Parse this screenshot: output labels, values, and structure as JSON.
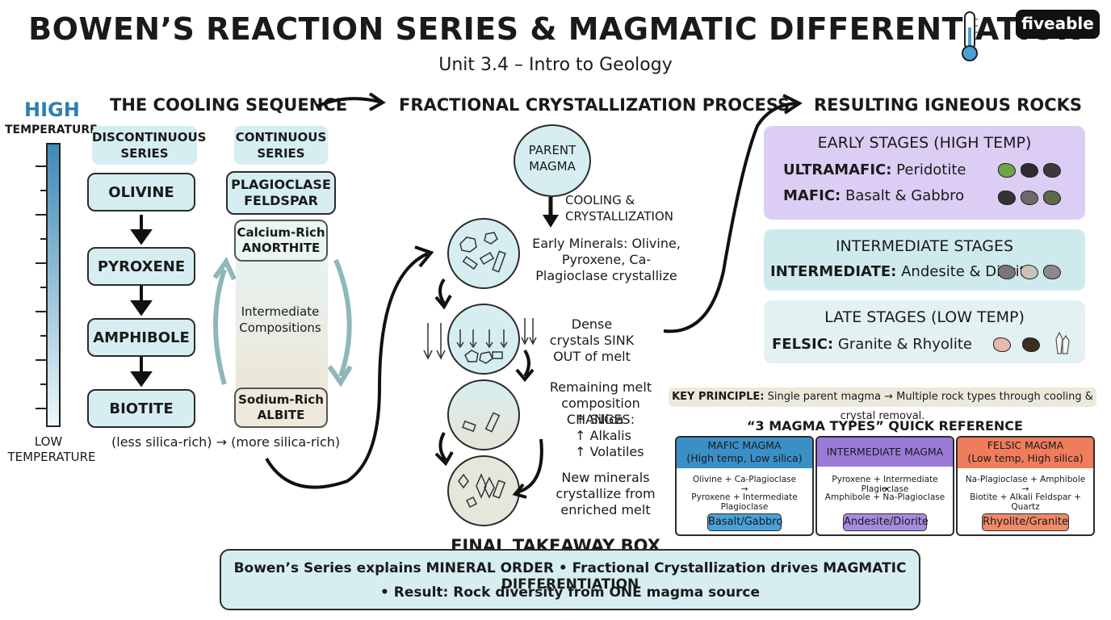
{
  "title": "BOWEN’S REACTION SERIES & MAGMATIC DIFFERENTIATION",
  "subtitle": "Unit 3.4 – Intro to Geology",
  "logo": "fiveable",
  "temperature_bar": {
    "high": "HIGH",
    "high_label": "TEMPERATURE",
    "low": "LOW",
    "low_label": "TEMPERATURE"
  },
  "cooling": {
    "heading": "THE COOLING SEQUENCE",
    "discontinuous": {
      "heading": "DISCONTINUOUS SERIES",
      "minerals": [
        "OLIVINE",
        "PYROXENE",
        "AMPHIBOLE",
        "BIOTITE"
      ]
    },
    "continuous": {
      "heading": "CONTINUOUS SERIES",
      "top": "PLAGIOCLASE FELDSPAR",
      "calcium": "Calcium-Rich ANORTHITE",
      "intermediate": "Intermediate Compositions",
      "sodium": "Sodium-Rich ALBITE"
    },
    "silica_note": "(less silica-rich) → (more silica-rich)"
  },
  "fractional": {
    "heading": "FRACTIONAL CRYSTALLIZATION PROCESS",
    "parent": "PARENT MAGMA",
    "cooling_label": "COOLING & CRYSTALLIZATION",
    "early": "Early Minerals: Olivine, Pyroxene, Ca-Plagioclase crystallize",
    "dense": "Dense crystals SINK OUT of melt",
    "remaining": "Remaining melt composition CHANGES:",
    "changes": [
      "↑ Silica",
      "↑ Alkalis",
      "↑ Volatiles"
    ],
    "new_minerals": "New minerals crystallize from enriched melt"
  },
  "rocks": {
    "heading": "RESULTING IGNEOUS ROCKS",
    "early": {
      "title": "EARLY STAGES (HIGH TEMP)",
      "l1_bold": "ULTRAMAFIC:",
      "l1_text": "Peridotite",
      "l2_bold": "MAFIC:",
      "l2_text": "Basalt & Gabbro"
    },
    "intermediate": {
      "title": "INTERMEDIATE STAGES",
      "l1_bold": "INTERMEDIATE:",
      "l1_text": "Andesite & Diorite"
    },
    "late": {
      "title": "LATE STAGES (LOW TEMP)",
      "l1_bold": "FELSIC:",
      "l1_text": "Granite & Rhyolite"
    }
  },
  "key_principle": {
    "bold": "KEY PRINCIPLE:",
    "text": "Single parent magma → Multiple rock types through cooling & crystal removal."
  },
  "magma_types": {
    "heading": "“3 MAGMA TYPES” QUICK REFERENCE",
    "cards": [
      {
        "title": "MAFIC MAGMA",
        "sub": "(High temp, Low silica)",
        "l1": "Olivine + Ca-Plagioclase",
        "l2": "→",
        "l3": "Pyroxene + Intermediate Plagioclase",
        "result": "Basalt/Gabbro",
        "color": "#3a8fc7",
        "result_color": "#4aa0d8"
      },
      {
        "title": "INTERMEDIATE MAGMA",
        "sub": "",
        "l1": "Pyroxene + Intermediate Plagioclase",
        "l2": "→",
        "l3": "Amphibole + Na-Plagioclase",
        "result": "Andesite/Diorite",
        "color": "#9b7ad8",
        "result_color": "#a88be0"
      },
      {
        "title": "FELSIC MAGMA",
        "sub": "(Low temp, High silica)",
        "l1": "Na-Plagioclase + Amphibole",
        "l2": "→",
        "l3": "Biotite + Alkali Feldspar + Quartz",
        "result": "Rhyolite/Granite",
        "color": "#ef7d5b",
        "result_color": "#f08a6a"
      }
    ]
  },
  "takeaway": {
    "heading": "FINAL TAKEAWAY BOX",
    "line1": "Bowen’s Series explains MINERAL ORDER • Fractional Crystallization drives MAGMATIC DIFFERENTIATION",
    "line2": "• Result: Rock diversity from ONE magma source"
  },
  "colors": {
    "box_fill": "#d6eef1",
    "early_stage": "#dccdf5",
    "intermediate_stage": "#cfeaec",
    "late_stage": "#e3f1f3",
    "high_temp_text": "#2f7fae"
  }
}
